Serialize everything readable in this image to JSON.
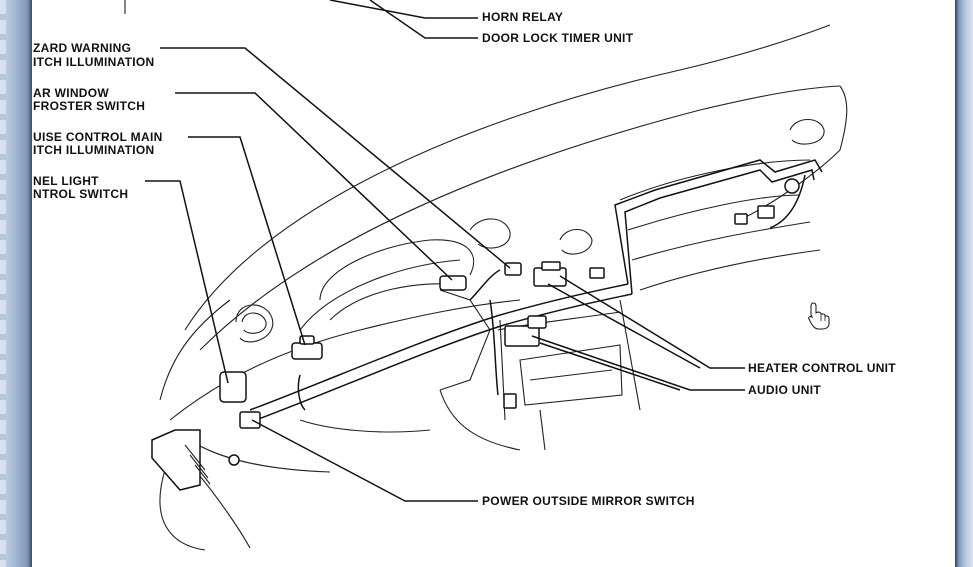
{
  "labels": {
    "horn_relay": "HORN RELAY",
    "door_lock_timer_unit": "DOOR LOCK TIMER UNIT",
    "hazard_line1": "ZARD WARNING",
    "hazard_line2": "ITCH ILLUMINATION",
    "rear_window_line1": "AR WINDOW",
    "rear_window_line2": "FROSTER SWITCH",
    "cruise_line1": "UISE CONTROL MAIN",
    "cruise_line2": "ITCH ILLUMINATION",
    "panel_light_line1": "NEL LIGHT",
    "panel_light_line2": "NTROL SWITCH",
    "heater_control_unit": "HEATER CONTROL UNIT",
    "audio_unit": "AUDIO UNIT",
    "power_outside_mirror_switch": "POWER OUTSIDE MIRROR SWITCH"
  },
  "cursor": "hand-pointer-icon"
}
